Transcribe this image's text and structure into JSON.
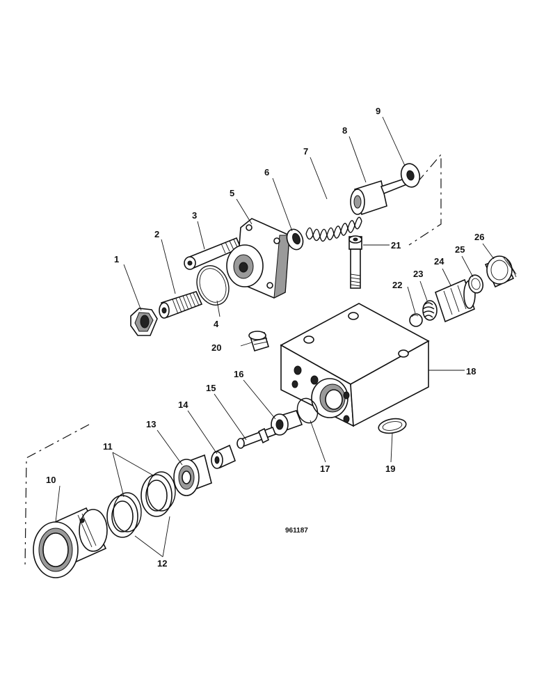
{
  "drawing_reference": "961187",
  "callouts": [
    "1",
    "2",
    "3",
    "4",
    "5",
    "6",
    "7",
    "8",
    "9",
    "10",
    "11",
    "12",
    "13",
    "14",
    "15",
    "16",
    "17",
    "18",
    "19",
    "20",
    "21",
    "22",
    "23",
    "24",
    "25",
    "26"
  ]
}
